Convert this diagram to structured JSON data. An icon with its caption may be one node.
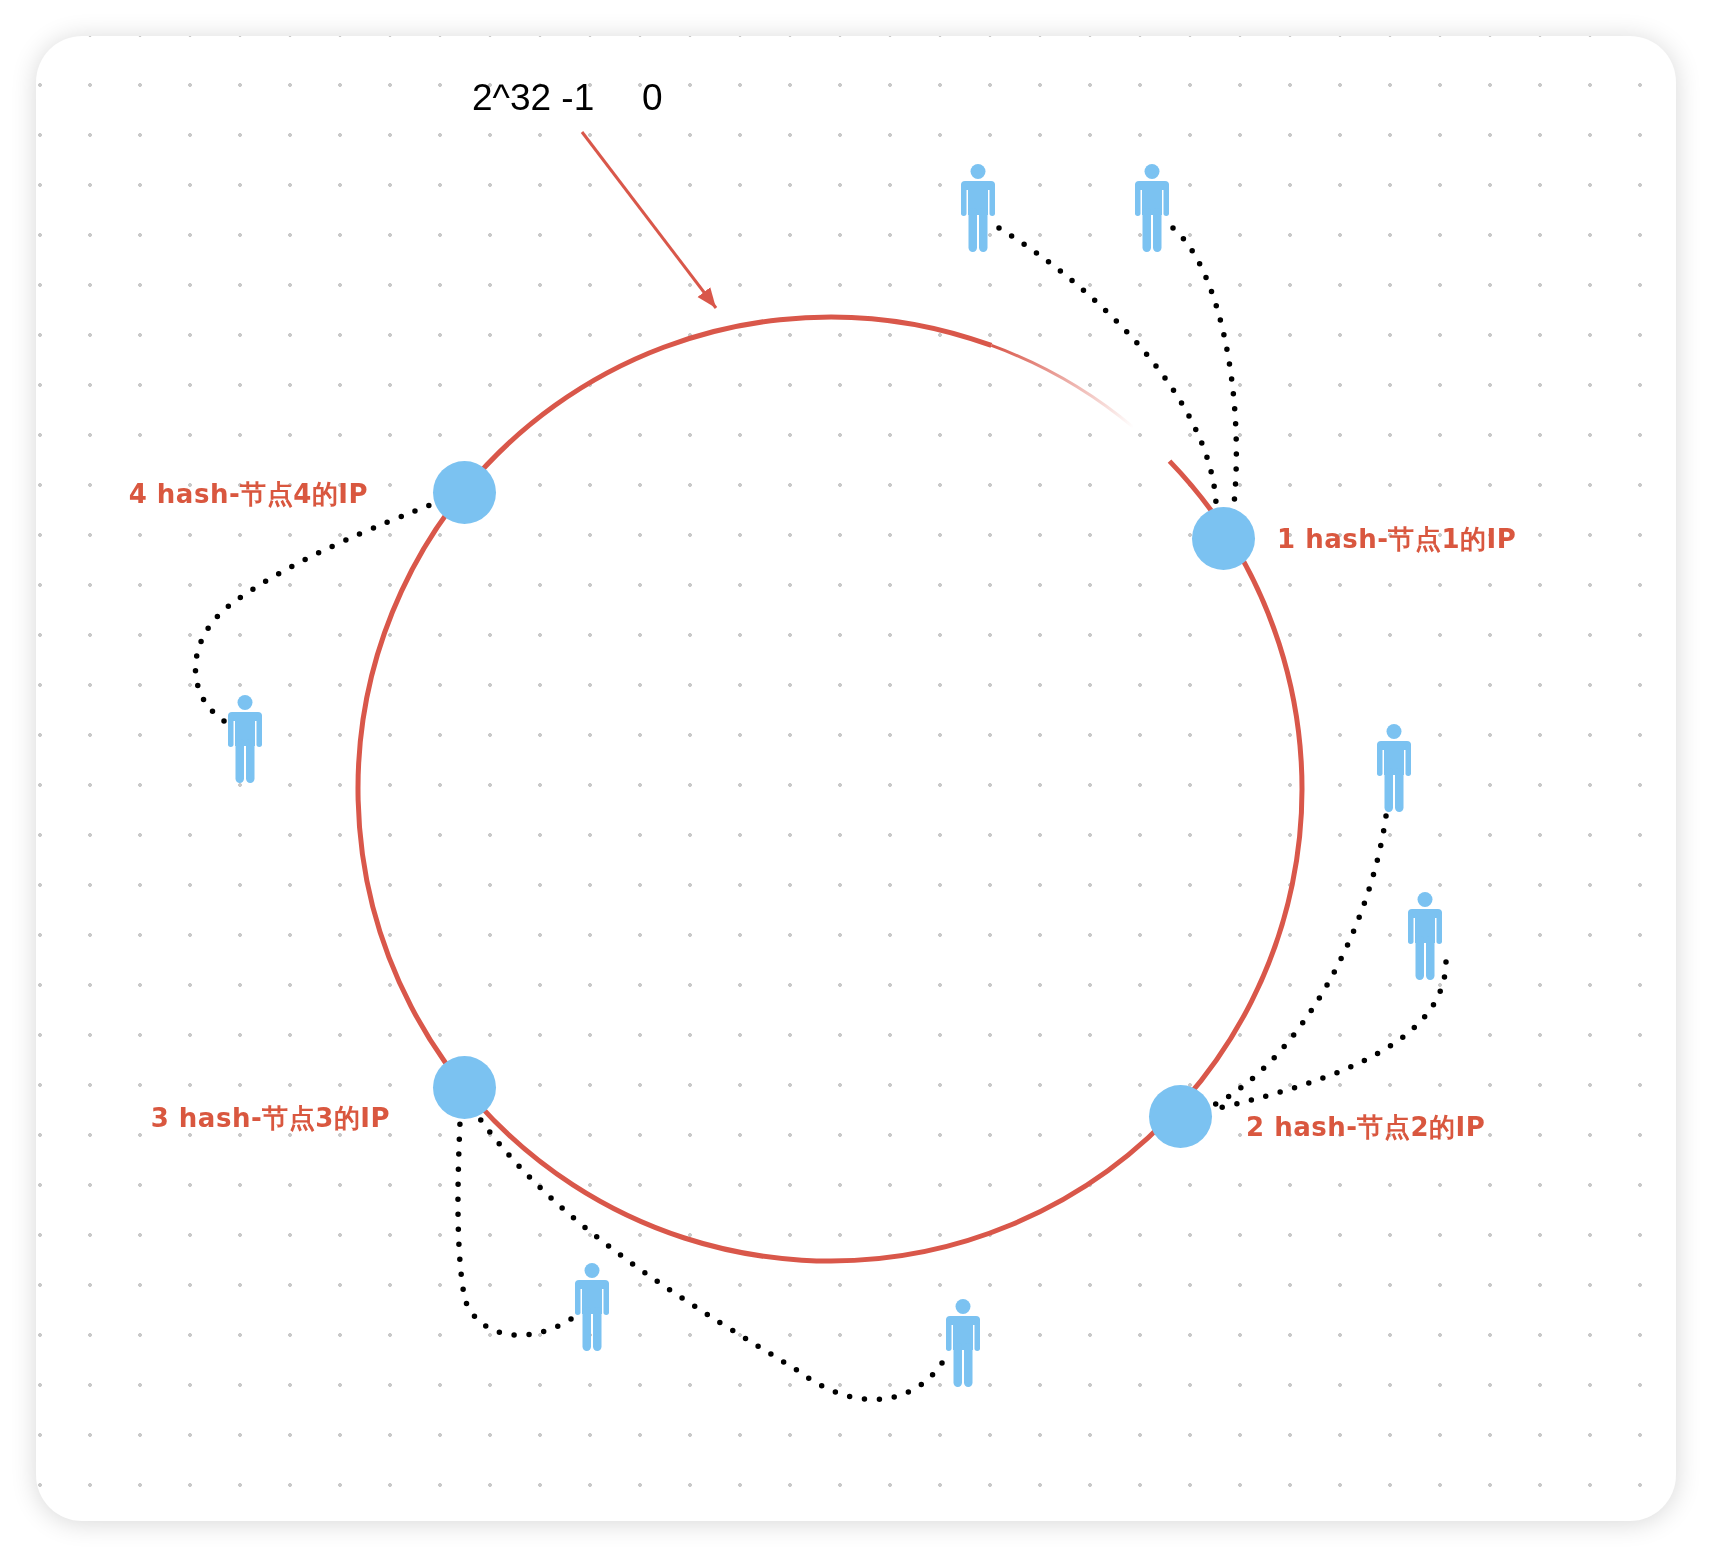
{
  "diagram": {
    "nodes": [
      {
        "text": [
          "2^32 -1",
          "0"
        ]
      },
      {
        "text": [],
        "shape": "person"
      },
      {
        "text": [],
        "shape": "person"
      },
      {
        "text": [],
        "shape": "circle",
        "beside": [
          "4 hash-节点4的IP"
        ]
      },
      {
        "text": [],
        "shape": "circle",
        "beside": [
          "1 hash-节点1的IP"
        ]
      },
      {
        "text": [],
        "shape": "person"
      },
      {
        "text": [],
        "shape": "person"
      },
      {
        "text": [],
        "shape": "person"
      },
      {
        "text": [],
        "shape": "circle",
        "beside": [
          "3 hash-节点3的IP"
        ]
      },
      {
        "text": [],
        "shape": "circle",
        "beside": [
          "2 hash-节点2的IP"
        ]
      },
      {
        "text": [],
        "shape": "person"
      },
      {
        "text": [],
        "shape": "person"
      }
    ],
    "edges": [
      {
        "from": 0,
        "to": null,
        "arrow": "to",
        "color": "#d9574a"
      },
      {
        "from": 1,
        "to": 4,
        "arrow": "none",
        "style": "dashed"
      },
      {
        "from": 2,
        "to": 4,
        "arrow": "none",
        "style": "dashed"
      },
      {
        "from": 5,
        "to": 3,
        "arrow": "none",
        "style": "dashed"
      },
      {
        "from": 6,
        "to": 9,
        "arrow": "none",
        "style": "dashed"
      },
      {
        "from": 7,
        "to": 9,
        "arrow": "none",
        "style": "dashed"
      },
      {
        "from": 10,
        "to": 8,
        "arrow": "none",
        "style": "dashed"
      },
      {
        "from": 11,
        "to": 8,
        "arrow": "none",
        "style": "dashed"
      }
    ]
  }
}
